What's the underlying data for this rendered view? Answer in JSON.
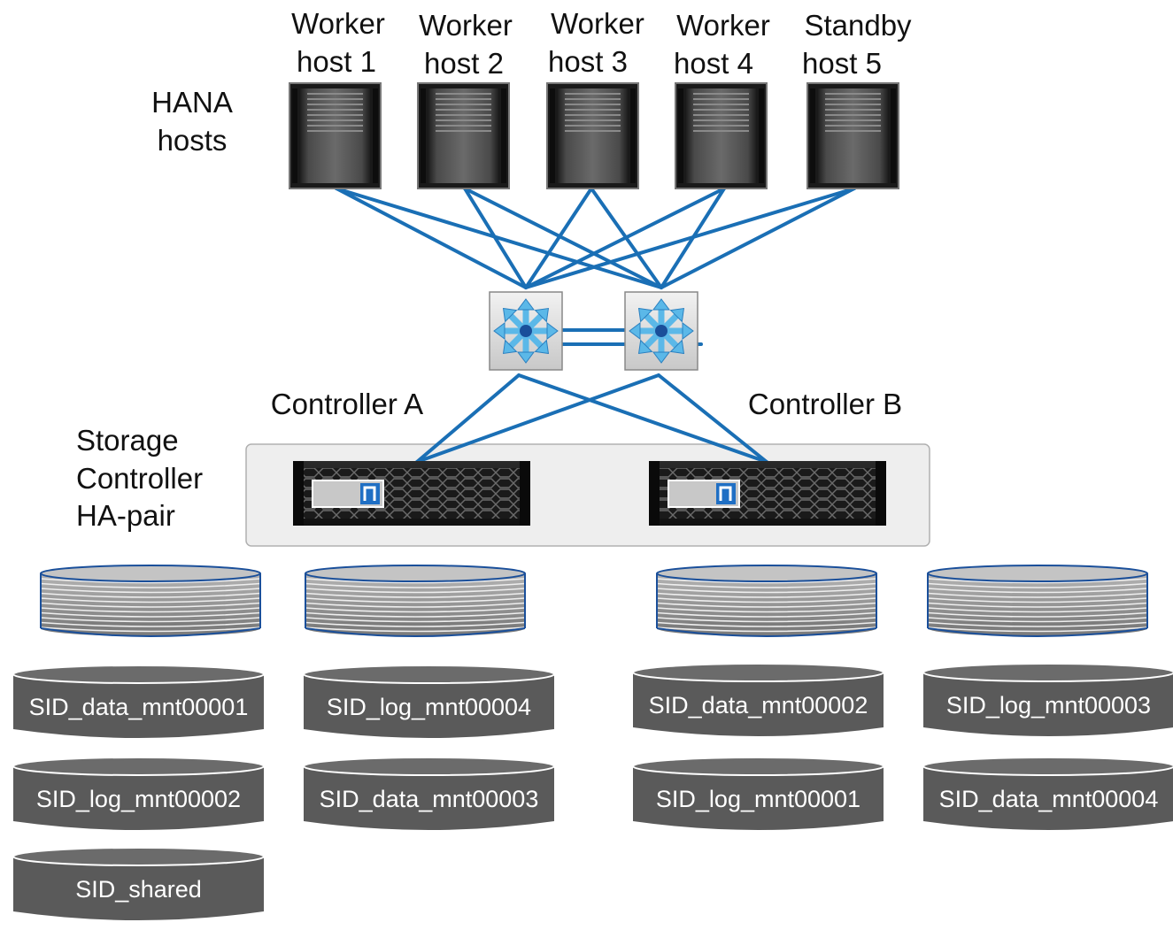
{
  "diagram": {
    "hana_label": [
      "HANA",
      "hosts"
    ],
    "storage_label": [
      "Storage",
      "Controller",
      "HA-pair"
    ],
    "hosts": [
      {
        "line1": "Worker",
        "line2": "host 1"
      },
      {
        "line1": "Worker",
        "line2": "host 2"
      },
      {
        "line1": "Worker",
        "line2": "host 3"
      },
      {
        "line1": "Worker",
        "line2": "host 4"
      },
      {
        "line1": "Standby",
        "line2": "host 5"
      }
    ],
    "controllers": [
      "Controller A",
      "Controller B"
    ],
    "aggregates": 4,
    "volume_groups": [
      [
        "SID_data_mnt00001",
        "SID_log_mnt00002",
        "SID_shared"
      ],
      [
        "SID_log_mnt00004",
        "SID_data_mnt00003"
      ],
      [
        "SID_data_mnt00002",
        "SID_log_mnt00001"
      ],
      [
        "SID_log_mnt00003",
        "SID_data_mnt00004"
      ]
    ],
    "colors": {
      "link": "#1a6fb5",
      "switch_icon": "#5bb8e8",
      "volume_fill": "#5a5a5a",
      "host_body": "#3b3b3b",
      "ha_pair_box": "#eeeeee"
    }
  }
}
